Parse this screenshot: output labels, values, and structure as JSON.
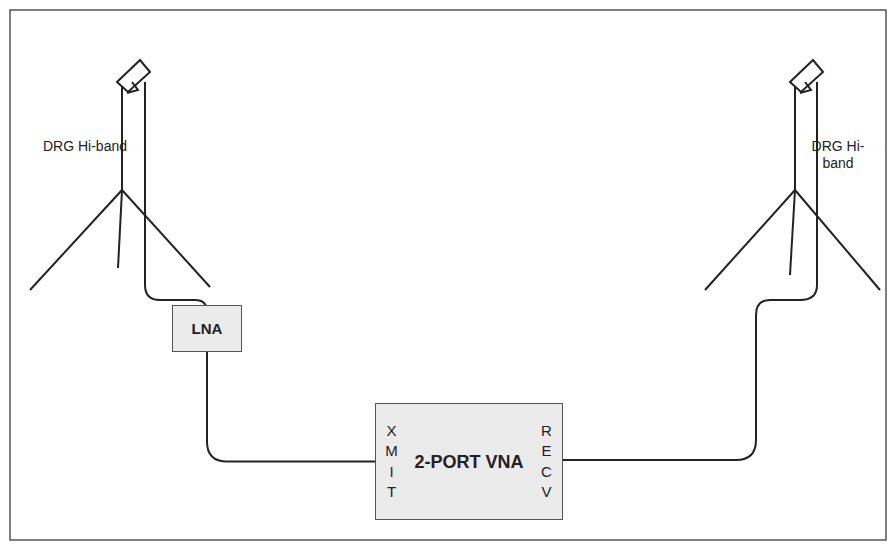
{
  "diagram": {
    "nodes": [
      {
        "text": [
          "LNA"
        ]
      },
      {
        "text": [
          "X M I T",
          "2-PORT VNA",
          "R E C V"
        ]
      }
    ],
    "edges": [
      {
        "from": 0,
        "to": 1,
        "arrow": "none"
      }
    ],
    "labels": [
      "DRG Hi-band",
      "DRG Hi-band"
    ]
  }
}
